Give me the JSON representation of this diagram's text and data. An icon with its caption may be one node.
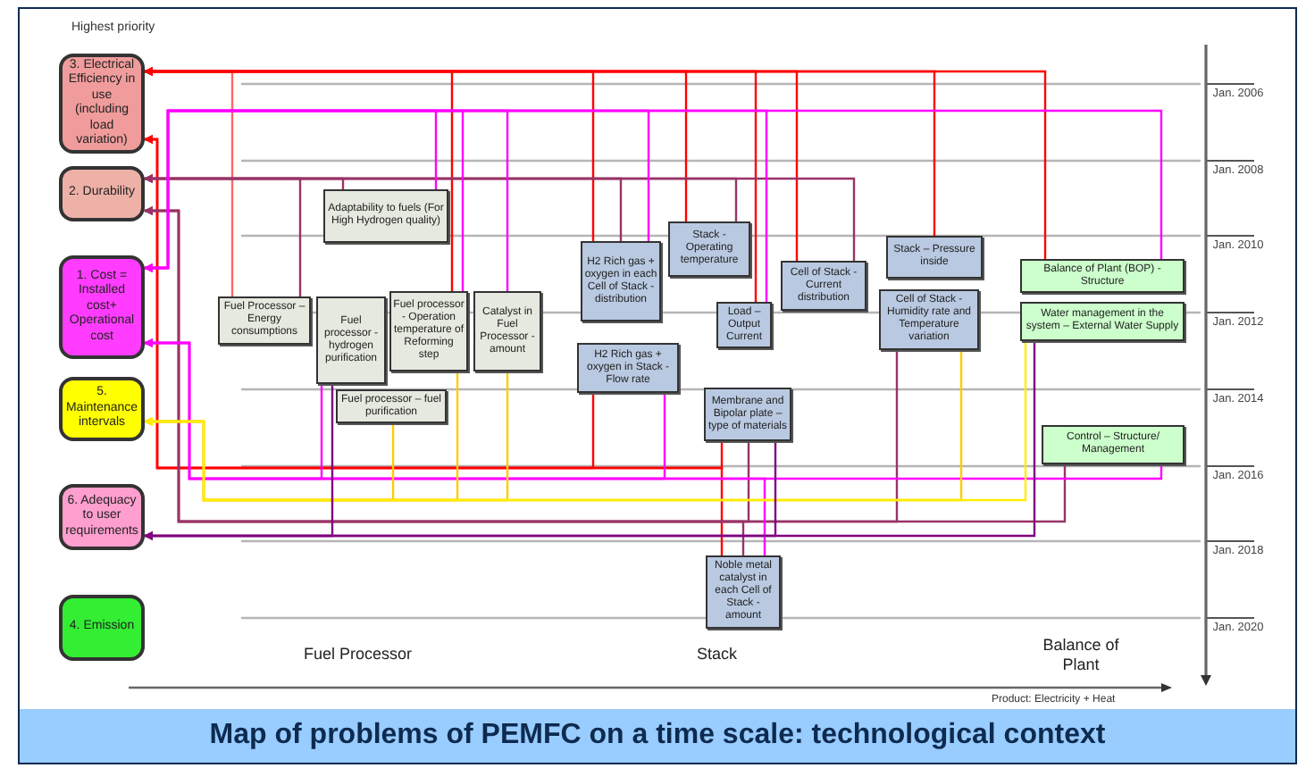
{
  "diagram": {
    "title": "Map of problems of PEMFC on a time scale: technological context",
    "nodes": [
      {
        "text": [
          "3. Electrical Efficiency in use (including load variation)"
        ]
      },
      {
        "text": [
          "2. Durability"
        ]
      },
      {
        "text": [
          "1. Cost = Installed cost+ Operational cost"
        ]
      },
      {
        "text": [
          "5. Maintenance intervals"
        ]
      },
      {
        "text": [
          "6. Adequacy to user requirements"
        ]
      },
      {
        "text": [
          "4. Emission"
        ]
      },
      {
        "text": [
          "Adaptability to fuels (For High Hydrogen quality)"
        ]
      },
      {
        "text": [
          "Fuel Processor – Energy consumptions"
        ]
      },
      {
        "text": [
          "Fuel processor - hydrogen purification"
        ]
      },
      {
        "text": [
          "Fuel processor - Operation temperature of Reforming step"
        ]
      },
      {
        "text": [
          "Catalyst in Fuel Processor - amount"
        ]
      },
      {
        "text": [
          "Fuel processor – fuel purification"
        ]
      },
      {
        "text": [
          "H2 Rich gas + oxygen in each Cell of Stack - distribution"
        ]
      },
      {
        "text": [
          "H2 Rich gas + oxygen in Stack - Flow rate"
        ]
      },
      {
        "text": [
          "Stack - Operating temperature"
        ]
      },
      {
        "text": [
          "Load – Output Current"
        ]
      },
      {
        "text": [
          "Cell of Stack - Current distribution"
        ]
      },
      {
        "text": [
          "Stack – Pressure inside"
        ]
      },
      {
        "text": [
          "Cell of Stack - Humidity rate and Temperature variation"
        ]
      },
      {
        "text": [
          "Membrane and Bipolar plate – type of materials"
        ]
      },
      {
        "text": [
          "Noble metal catalyst in each Cell of Stack - amount"
        ]
      },
      {
        "text": [
          "Balance of Plant (BOP) - Structure"
        ]
      },
      {
        "text": [
          "Water management in the system – External Water Supply"
        ]
      },
      {
        "text": [
          "Control – Structure/ Management"
        ]
      }
    ],
    "edges": [
      {
        "from": 7,
        "to": 0,
        "arrow": "to",
        "color": "#ff6666"
      },
      {
        "from": 9,
        "to": 0,
        "arrow": "to",
        "color": "#ff0000"
      },
      {
        "from": 12,
        "to": 0,
        "arrow": "to",
        "color": "#ff0000"
      },
      {
        "from": 14,
        "to": 0,
        "arrow": "to",
        "color": "#ff0000"
      },
      {
        "from": 16,
        "to": 0,
        "arrow": "to",
        "color": "#ff0000"
      },
      {
        "from": 17,
        "to": 0,
        "arrow": "to",
        "color": "#ff0000"
      },
      {
        "from": 21,
        "to": 0,
        "arrow": "to",
        "color": "#ff0000"
      },
      {
        "from": 15,
        "to": 0,
        "arrow": "to",
        "color": "#ff0000"
      },
      {
        "from": 13,
        "to": 0,
        "arrow": "to",
        "color": "#ff0000"
      },
      {
        "from": 19,
        "to": 0,
        "arrow": "to",
        "color": "#ff0000"
      },
      {
        "from": 20,
        "to": 0,
        "arrow": "to",
        "color": "#ff0000"
      },
      {
        "from": 6,
        "to": 1,
        "arrow": "to",
        "color": "#993366"
      },
      {
        "from": 7,
        "to": 1,
        "arrow": "to",
        "color": "#993366"
      },
      {
        "from": 12,
        "to": 1,
        "arrow": "to",
        "color": "#993366"
      },
      {
        "from": 14,
        "to": 1,
        "arrow": "to",
        "color": "#993366"
      },
      {
        "from": 16,
        "to": 1,
        "arrow": "to",
        "color": "#993366"
      },
      {
        "from": 23,
        "to": 1,
        "arrow": "to",
        "color": "#993366"
      },
      {
        "from": 19,
        "to": 1,
        "arrow": "to",
        "color": "#993366"
      },
      {
        "from": 20,
        "to": 1,
        "arrow": "to",
        "color": "#993366"
      },
      {
        "from": 18,
        "to": 1,
        "arrow": "to",
        "color": "#993366"
      },
      {
        "from": 6,
        "to": 2,
        "arrow": "to",
        "color": "#ff00ff"
      },
      {
        "from": 8,
        "to": 2,
        "arrow": "to",
        "color": "#ff00ff"
      },
      {
        "from": 9,
        "to": 2,
        "arrow": "to",
        "color": "#ff00ff"
      },
      {
        "from": 10,
        "to": 2,
        "arrow": "to",
        "color": "#ff00ff"
      },
      {
        "from": 12,
        "to": 2,
        "arrow": "to",
        "color": "#ff00ff"
      },
      {
        "from": 13,
        "to": 2,
        "arrow": "to",
        "color": "#ff00ff"
      },
      {
        "from": 15,
        "to": 2,
        "arrow": "to",
        "color": "#ff00ff"
      },
      {
        "from": 21,
        "to": 2,
        "arrow": "to",
        "color": "#ff00ff"
      },
      {
        "from": 23,
        "to": 2,
        "arrow": "to",
        "color": "#ff00ff"
      },
      {
        "from": 20,
        "to": 2,
        "arrow": "to",
        "color": "#ff00ff"
      },
      {
        "from": 9,
        "to": 3,
        "arrow": "to",
        "color": "#ffcc00"
      },
      {
        "from": 10,
        "to": 3,
        "arrow": "to",
        "color": "#ffcc00"
      },
      {
        "from": 11,
        "to": 3,
        "arrow": "to",
        "color": "#ffcc00"
      },
      {
        "from": 18,
        "to": 3,
        "arrow": "to",
        "color": "#ffcc00"
      },
      {
        "from": 22,
        "to": 3,
        "arrow": "to",
        "color": "#ffee00"
      },
      {
        "from": 19,
        "to": 4,
        "arrow": "to",
        "color": "#800080"
      },
      {
        "from": 22,
        "to": 4,
        "arrow": "to",
        "color": "#800080"
      },
      {
        "from": 8,
        "to": 4,
        "arrow": "to",
        "color": "#800080"
      }
    ],
    "labels": [
      "Highest priority",
      "Jan. 2006",
      "Jan. 2008",
      "Jan. 2010",
      "Jan. 2012",
      "Jan. 2014",
      "Jan. 2016",
      "Jan. 2018",
      "Jan. 2020",
      "Fuel Processor",
      "Stack",
      "Balance of Plant",
      "Product: Electricity + Heat"
    ]
  }
}
